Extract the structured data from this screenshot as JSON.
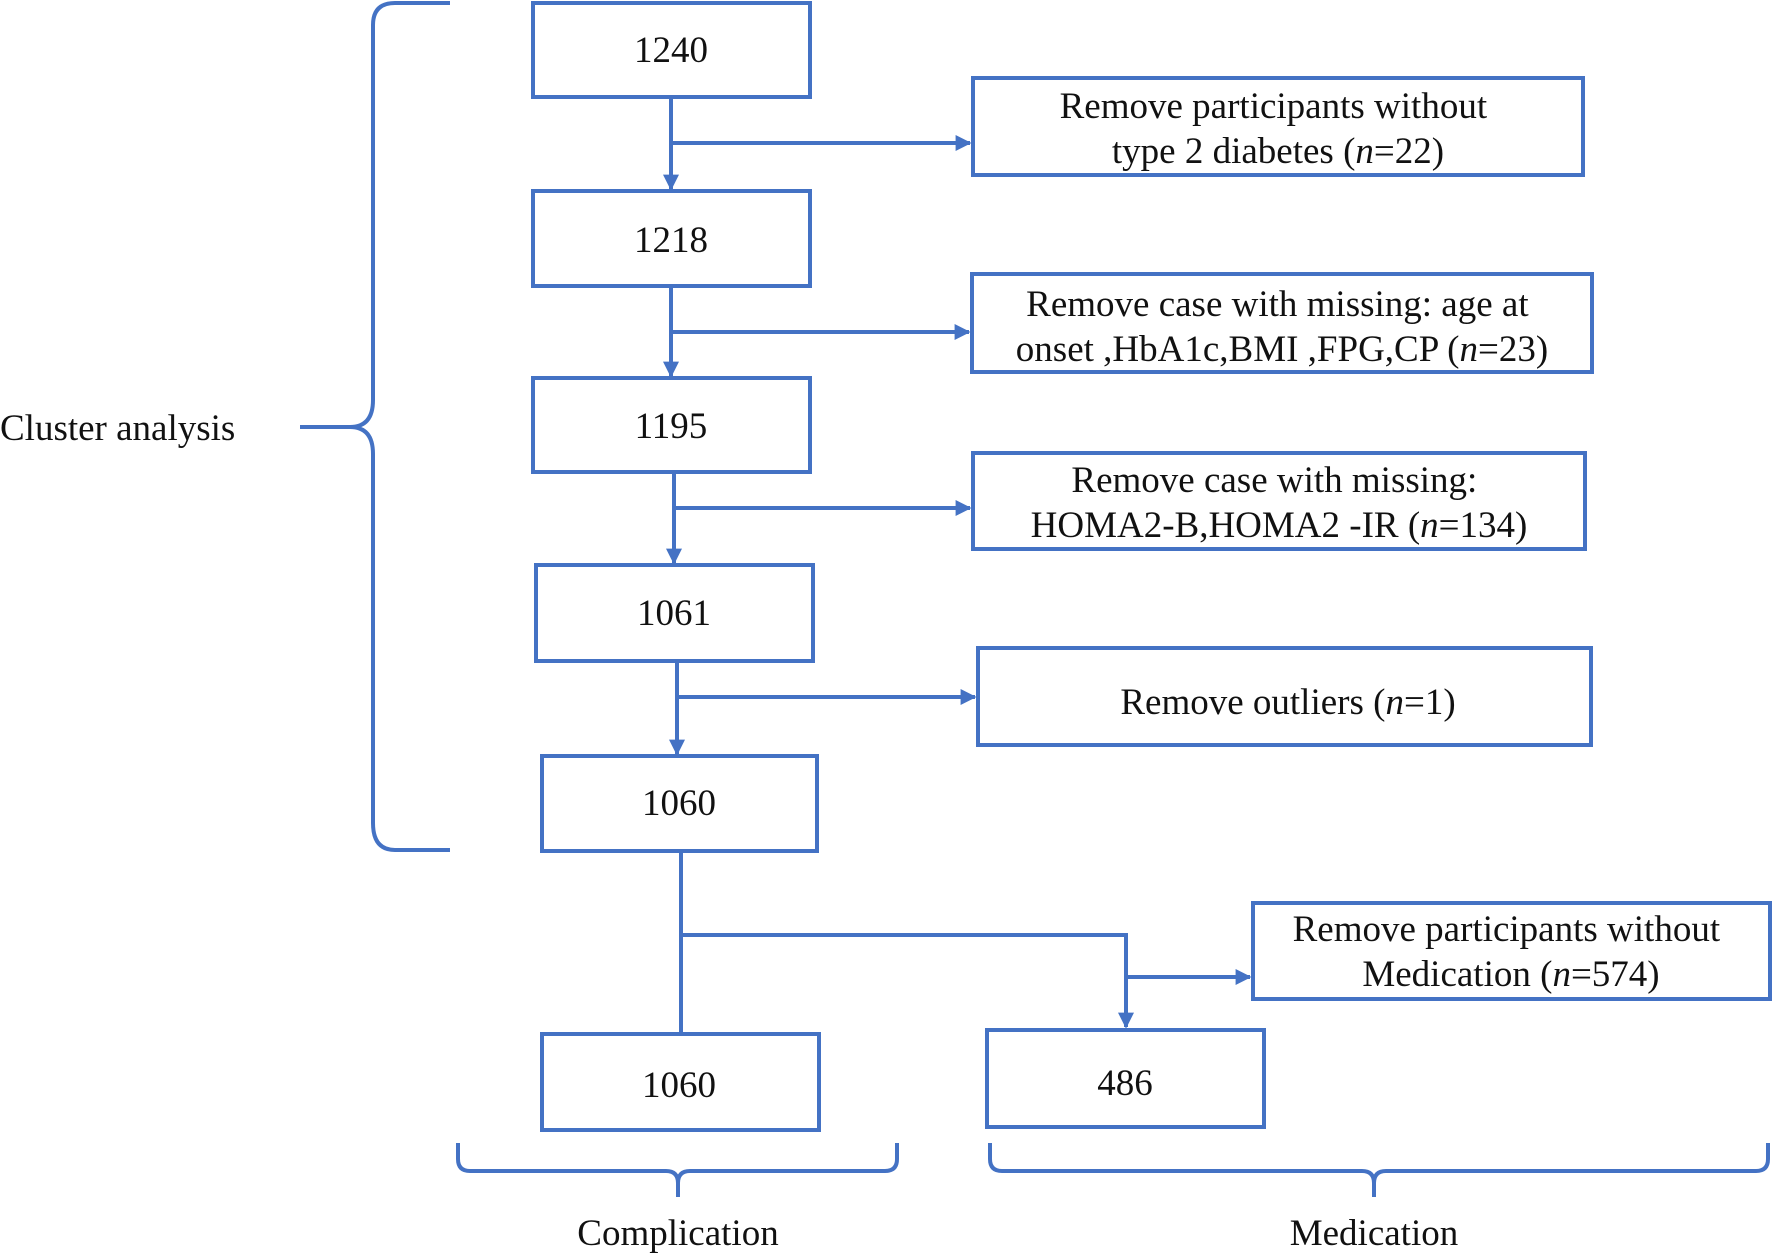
{
  "flow": {
    "counts": [
      "1240",
      "1218",
      "1195",
      "1061",
      "1060"
    ],
    "removals": [
      {
        "line1": "Remove participants without",
        "line2_text": "type 2 diabetes (",
        "n_symbol": "n",
        "n_value": "=22)"
      },
      {
        "line1": "Remove case with missing: age at",
        "line2_text": "onset ,HbA1c,BMI ,FPG,CP (",
        "n_symbol": "n",
        "n_value": "=23)"
      },
      {
        "line1": "Remove case with missing:",
        "line2_text": "HOMA2-B,HOMA2 -IR (",
        "n_symbol": "n",
        "n_value": "=134)"
      },
      {
        "line1": "",
        "line2_text": "Remove outliers (",
        "n_symbol": "n",
        "n_value": "=1)"
      }
    ],
    "complication_count": "1060",
    "medication_count": "486",
    "medication_removal": {
      "line1": "Remove participants without",
      "line2_text": "Medication (",
      "n_symbol": "n",
      "n_value": "=574)"
    }
  },
  "groups": {
    "cluster": "Cluster analysis",
    "complication": "Complication",
    "medication": "Medication"
  },
  "colors": {
    "line": "#4472C4",
    "text": "#111111",
    "background": "#ffffff"
  }
}
